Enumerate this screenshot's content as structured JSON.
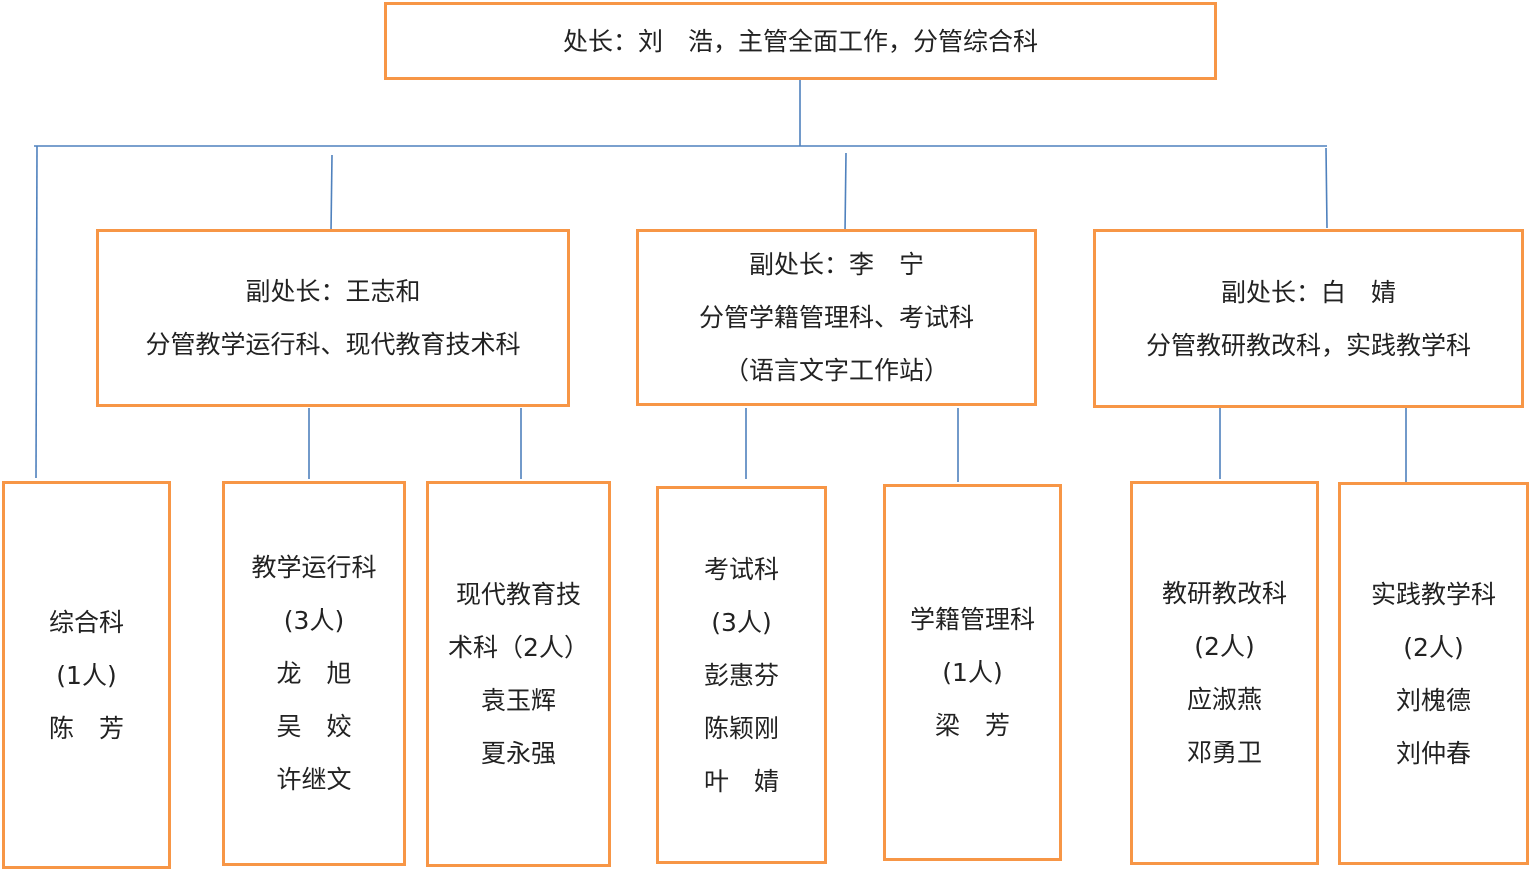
{
  "director": {
    "lines": [
      "处长：刘　浩，主管全面工作，分管综合科"
    ]
  },
  "deputies": [
    {
      "lines": [
        "副处长：王志和",
        "分管教学运行科、现代教育技术科"
      ]
    },
    {
      "lines": [
        "副处长：李　宁",
        "分管学籍管理科、考试科",
        "（语言文字工作站）"
      ]
    },
    {
      "lines": [
        "副处长：白　婧",
        "分管教研教改科，实践教学科"
      ]
    }
  ],
  "sections": [
    {
      "lines": [
        "综合科",
        "(1人)",
        "陈　芳"
      ]
    },
    {
      "lines": [
        "教学运行科",
        "(3人)",
        "龙　旭",
        "吴　姣",
        "许继文"
      ]
    },
    {
      "lines": [
        "现代教育技",
        "术科（2人）",
        "袁玉辉",
        "夏永强"
      ]
    },
    {
      "lines": [
        "考试科",
        "(3人)",
        "彭惠芬",
        "陈颖刚",
        "叶　婧"
      ]
    },
    {
      "lines": [
        "学籍管理科",
        "(1人)",
        "梁　芳"
      ]
    },
    {
      "lines": [
        "教研教改科",
        "(2人)",
        "应淑燕",
        "邓勇卫"
      ]
    },
    {
      "lines": [
        "实践教学科",
        "(2人)",
        "刘槐德",
        "刘仲春"
      ]
    }
  ],
  "colors": {
    "box_border": "#F79646",
    "connector": "#4F81BD"
  }
}
